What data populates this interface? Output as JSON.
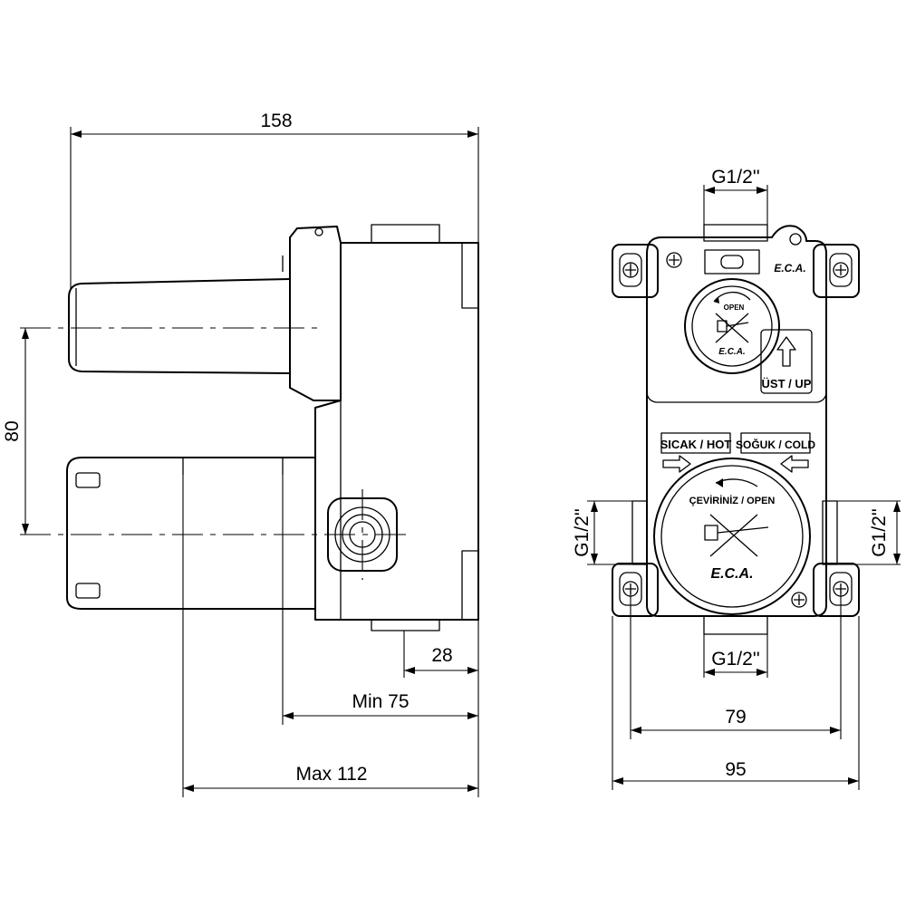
{
  "dimensions": {
    "overall_depth": "158",
    "inlet_spacing": "80",
    "min_wall": "28",
    "min_depth": "Min 75",
    "max_depth": "Max 112",
    "thread_top": "G1/2''",
    "thread_left": "G1/2''",
    "thread_right": "G1/2''",
    "thread_bottom": "G1/2''",
    "mount_inner": "79",
    "mount_outer": "95"
  },
  "labels": {
    "hot": "SICAK / HOT",
    "cold": "SOĞUK / COLD",
    "up": "ÜST / UP",
    "open_small": "OPEN",
    "turn_open": "ÇEVİRİNİZ / OPEN",
    "brand_top": "E.C.A.",
    "brand_small": "E.C.A.",
    "brand_large": "E.C.A."
  }
}
